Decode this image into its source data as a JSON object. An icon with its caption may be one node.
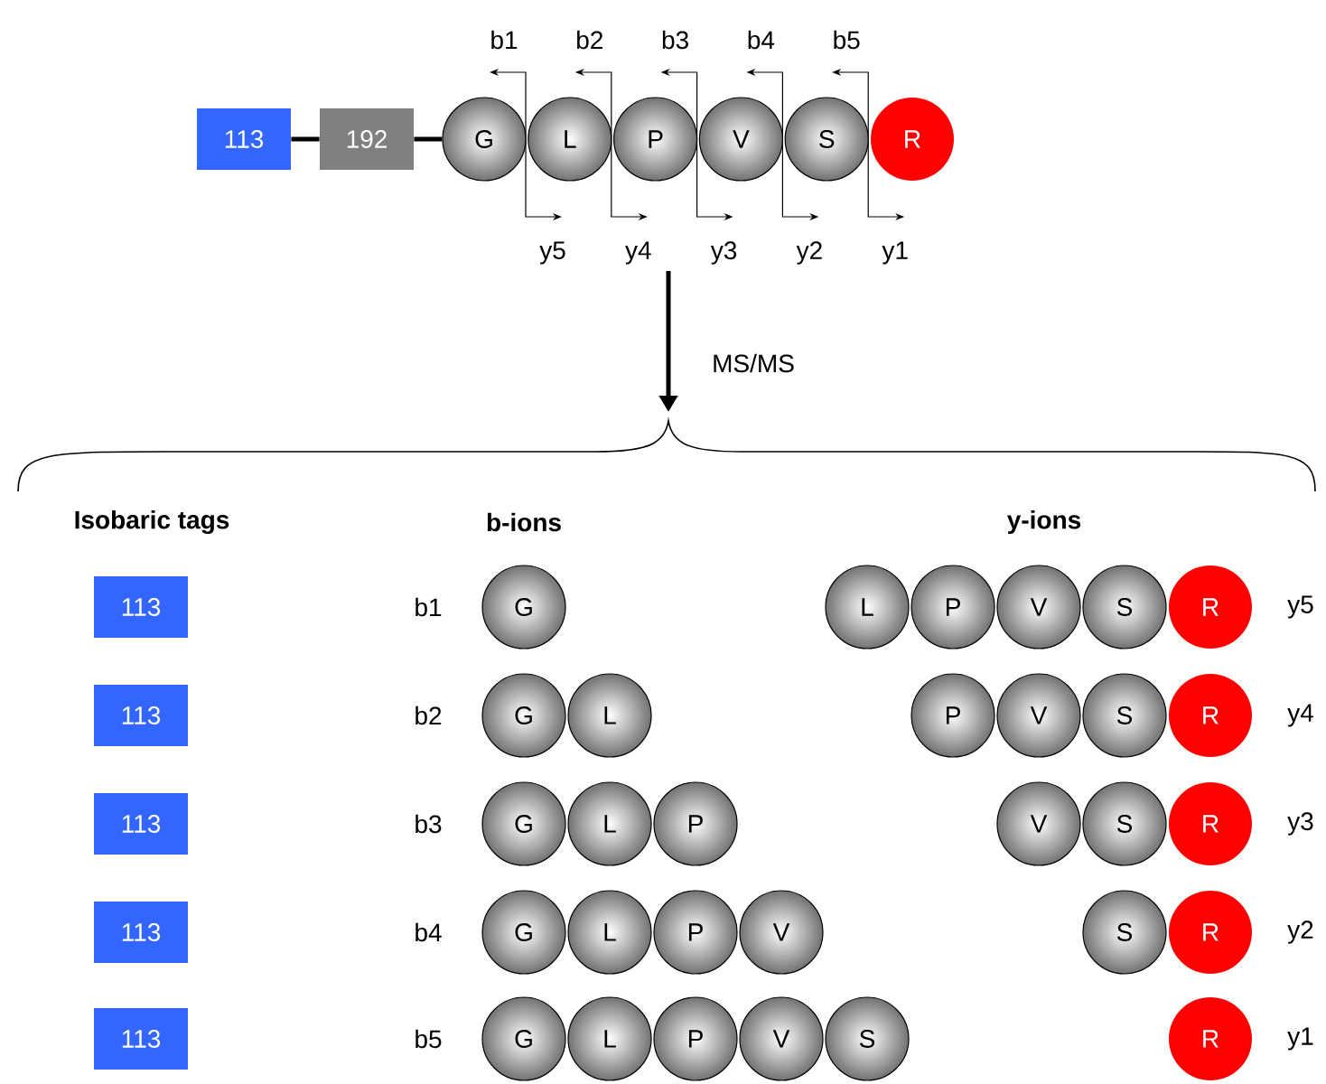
{
  "diagram": {
    "nodes": [
      {
        "text": [
          "113"
        ]
      },
      {
        "text": [
          "192"
        ]
      },
      {
        "text": [
          "G"
        ]
      },
      {
        "text": [
          "L"
        ]
      },
      {
        "text": [
          "P"
        ]
      },
      {
        "text": [
          "V"
        ]
      },
      {
        "text": [
          "S"
        ]
      },
      {
        "text": [
          "R"
        ]
      },
      {
        "text": [
          "113"
        ]
      },
      {
        "text": [
          "G"
        ]
      },
      {
        "text": [
          "L"
        ]
      },
      {
        "text": [
          "P"
        ]
      },
      {
        "text": [
          "V"
        ]
      },
      {
        "text": [
          "S"
        ]
      },
      {
        "text": [
          "R"
        ]
      },
      {
        "text": [
          "113"
        ]
      },
      {
        "text": [
          "G"
        ]
      },
      {
        "text": [
          "L"
        ]
      },
      {
        "text": [
          "P"
        ]
      },
      {
        "text": [
          "V"
        ]
      },
      {
        "text": [
          "S"
        ]
      },
      {
        "text": [
          "R"
        ]
      },
      {
        "text": [
          "113"
        ]
      },
      {
        "text": [
          "G"
        ]
      },
      {
        "text": [
          "L"
        ]
      },
      {
        "text": [
          "P"
        ]
      },
      {
        "text": [
          "V"
        ]
      },
      {
        "text": [
          "S"
        ]
      },
      {
        "text": [
          "R"
        ]
      },
      {
        "text": [
          "113"
        ]
      },
      {
        "text": [
          "G"
        ]
      },
      {
        "text": [
          "L"
        ]
      },
      {
        "text": [
          "P"
        ]
      },
      {
        "text": [
          "V"
        ]
      },
      {
        "text": [
          "S"
        ]
      },
      {
        "text": [
          "R"
        ]
      },
      {
        "text": [
          "113"
        ]
      },
      {
        "text": [
          "G"
        ]
      },
      {
        "text": [
          "L"
        ]
      },
      {
        "text": [
          "P"
        ]
      },
      {
        "text": [
          "V"
        ]
      },
      {
        "text": [
          "S"
        ]
      },
      {
        "text": [
          "R"
        ]
      }
    ],
    "edges": [
      {
        "from": 0,
        "to": 1,
        "arrow": "none"
      },
      {
        "from": 1,
        "to": 2,
        "arrow": "none"
      }
    ],
    "labels": [
      "b1",
      "b2",
      "b3",
      "b4",
      "b5",
      "y5",
      "y4",
      "y3",
      "y2",
      "y1",
      "MS/MS",
      "Isobaric tags",
      "b-ions",
      "y-ions",
      "b1",
      "y5",
      "b2",
      "y4",
      "b3",
      "y3",
      "b4",
      "y2",
      "b5",
      "y1"
    ]
  }
}
